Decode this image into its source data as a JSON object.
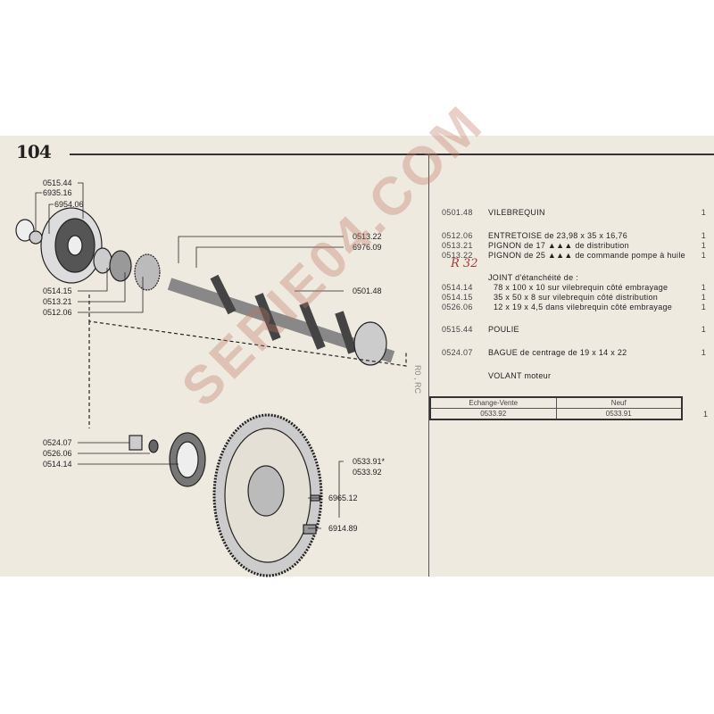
{
  "header": {
    "model": "104"
  },
  "diagram_labels": {
    "l1": "0515.44",
    "l2": "6935.16",
    "l3": "6954.06",
    "l4": "0514.15",
    "l5": "0513.21",
    "l6": "0512.06",
    "l7": "0524.07",
    "l8": "0526.06",
    "l9": "0514.14",
    "r1": "0513.22",
    "r2": "6976.09",
    "r3": "0501.48",
    "r4": "0533.91*",
    "r5": "0533.92",
    "r6": "6965.12",
    "r7": "6914.89"
  },
  "side_note": "R0 , RC",
  "handwritten": "R 32",
  "watermark": "SERIE04.COM",
  "parts": [
    {
      "ref": "0501.48",
      "desc": "VILEBREQUIN",
      "qty": "1"
    },
    {
      "ref": "0512.06",
      "desc": "ENTRETOISE de 23,98 x 35 x 16,76",
      "qty": "1"
    },
    {
      "ref": "0513.21",
      "desc": "PIGNON de 17 ▲▲▲ de distribution",
      "qty": "1"
    },
    {
      "ref": "0513.22",
      "desc": "PIGNON de 25 ▲▲▲ de commande pompe à huile",
      "qty": "1"
    },
    {
      "ref": "",
      "desc": "JOINT d'étanchéité de :",
      "qty": ""
    },
    {
      "ref": "0514.14",
      "desc": "78 x 100 x 10 sur vilebrequin côté embrayage",
      "qty": "1"
    },
    {
      "ref": "0514.15",
      "desc": "35 x 50 x 8 sur vilebrequin côté distribution",
      "qty": "1"
    },
    {
      "ref": "0526.06",
      "desc": "12 x 19 x 4,5 dans vilebrequin côté embrayage",
      "qty": "1"
    },
    {
      "ref": "0515.44",
      "desc": "POULIE",
      "qty": "1"
    },
    {
      "ref": "0524.07",
      "desc": "BAGUE de centrage de 19 x 14 x 22",
      "qty": "1"
    },
    {
      "ref": "",
      "desc": "VOLANT moteur",
      "qty": ""
    }
  ],
  "volant_table": {
    "headers": [
      "Echange-Vente",
      "Neuf"
    ],
    "values": [
      "0533.92",
      "0533.91"
    ],
    "qty": "1"
  }
}
